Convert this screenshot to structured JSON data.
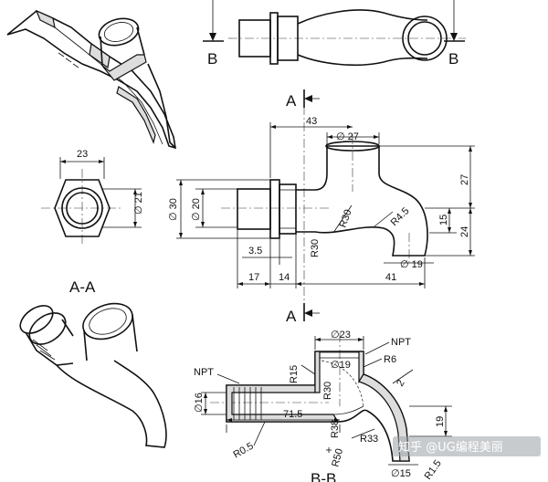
{
  "section_markers": {
    "b_left": "B",
    "b_right": "B",
    "a_top": "A",
    "a_bottom": "A"
  },
  "section_titles": {
    "a_a": "A-A",
    "b_b": "B-B"
  },
  "dims_main": {
    "d43": "43",
    "d27_dia": "∅ 27",
    "d27": "27",
    "d15": "15",
    "d24": "24",
    "d30_dia": "∅ 30",
    "d20_dia": "∅ 20",
    "r30a": "R30",
    "r30b": "R30",
    "r45": "R4.5",
    "d35": "3.5",
    "d17": "17",
    "d14": "14",
    "d41": "41",
    "d19_dia": "∅ 19"
  },
  "dims_aa": {
    "d23": "23",
    "d21_dia": "∅ 21"
  },
  "dims_bb": {
    "d23_dia": "∅23",
    "d19_dia": "∅19",
    "npt_left": "NPT",
    "npt_right": "NPT",
    "r6": "R6",
    "r15a": "R15",
    "r30": "R30",
    "d2": "2",
    "d16_dia": "∅16",
    "d715": "71.5",
    "r38": "R38",
    "d19": "19",
    "r05": "R0.5",
    "r50": "R50",
    "r33": "R33",
    "d15_dia": "∅15",
    "r15b": "R1.5"
  },
  "watermark": "知乎 @UG编程美丽"
}
